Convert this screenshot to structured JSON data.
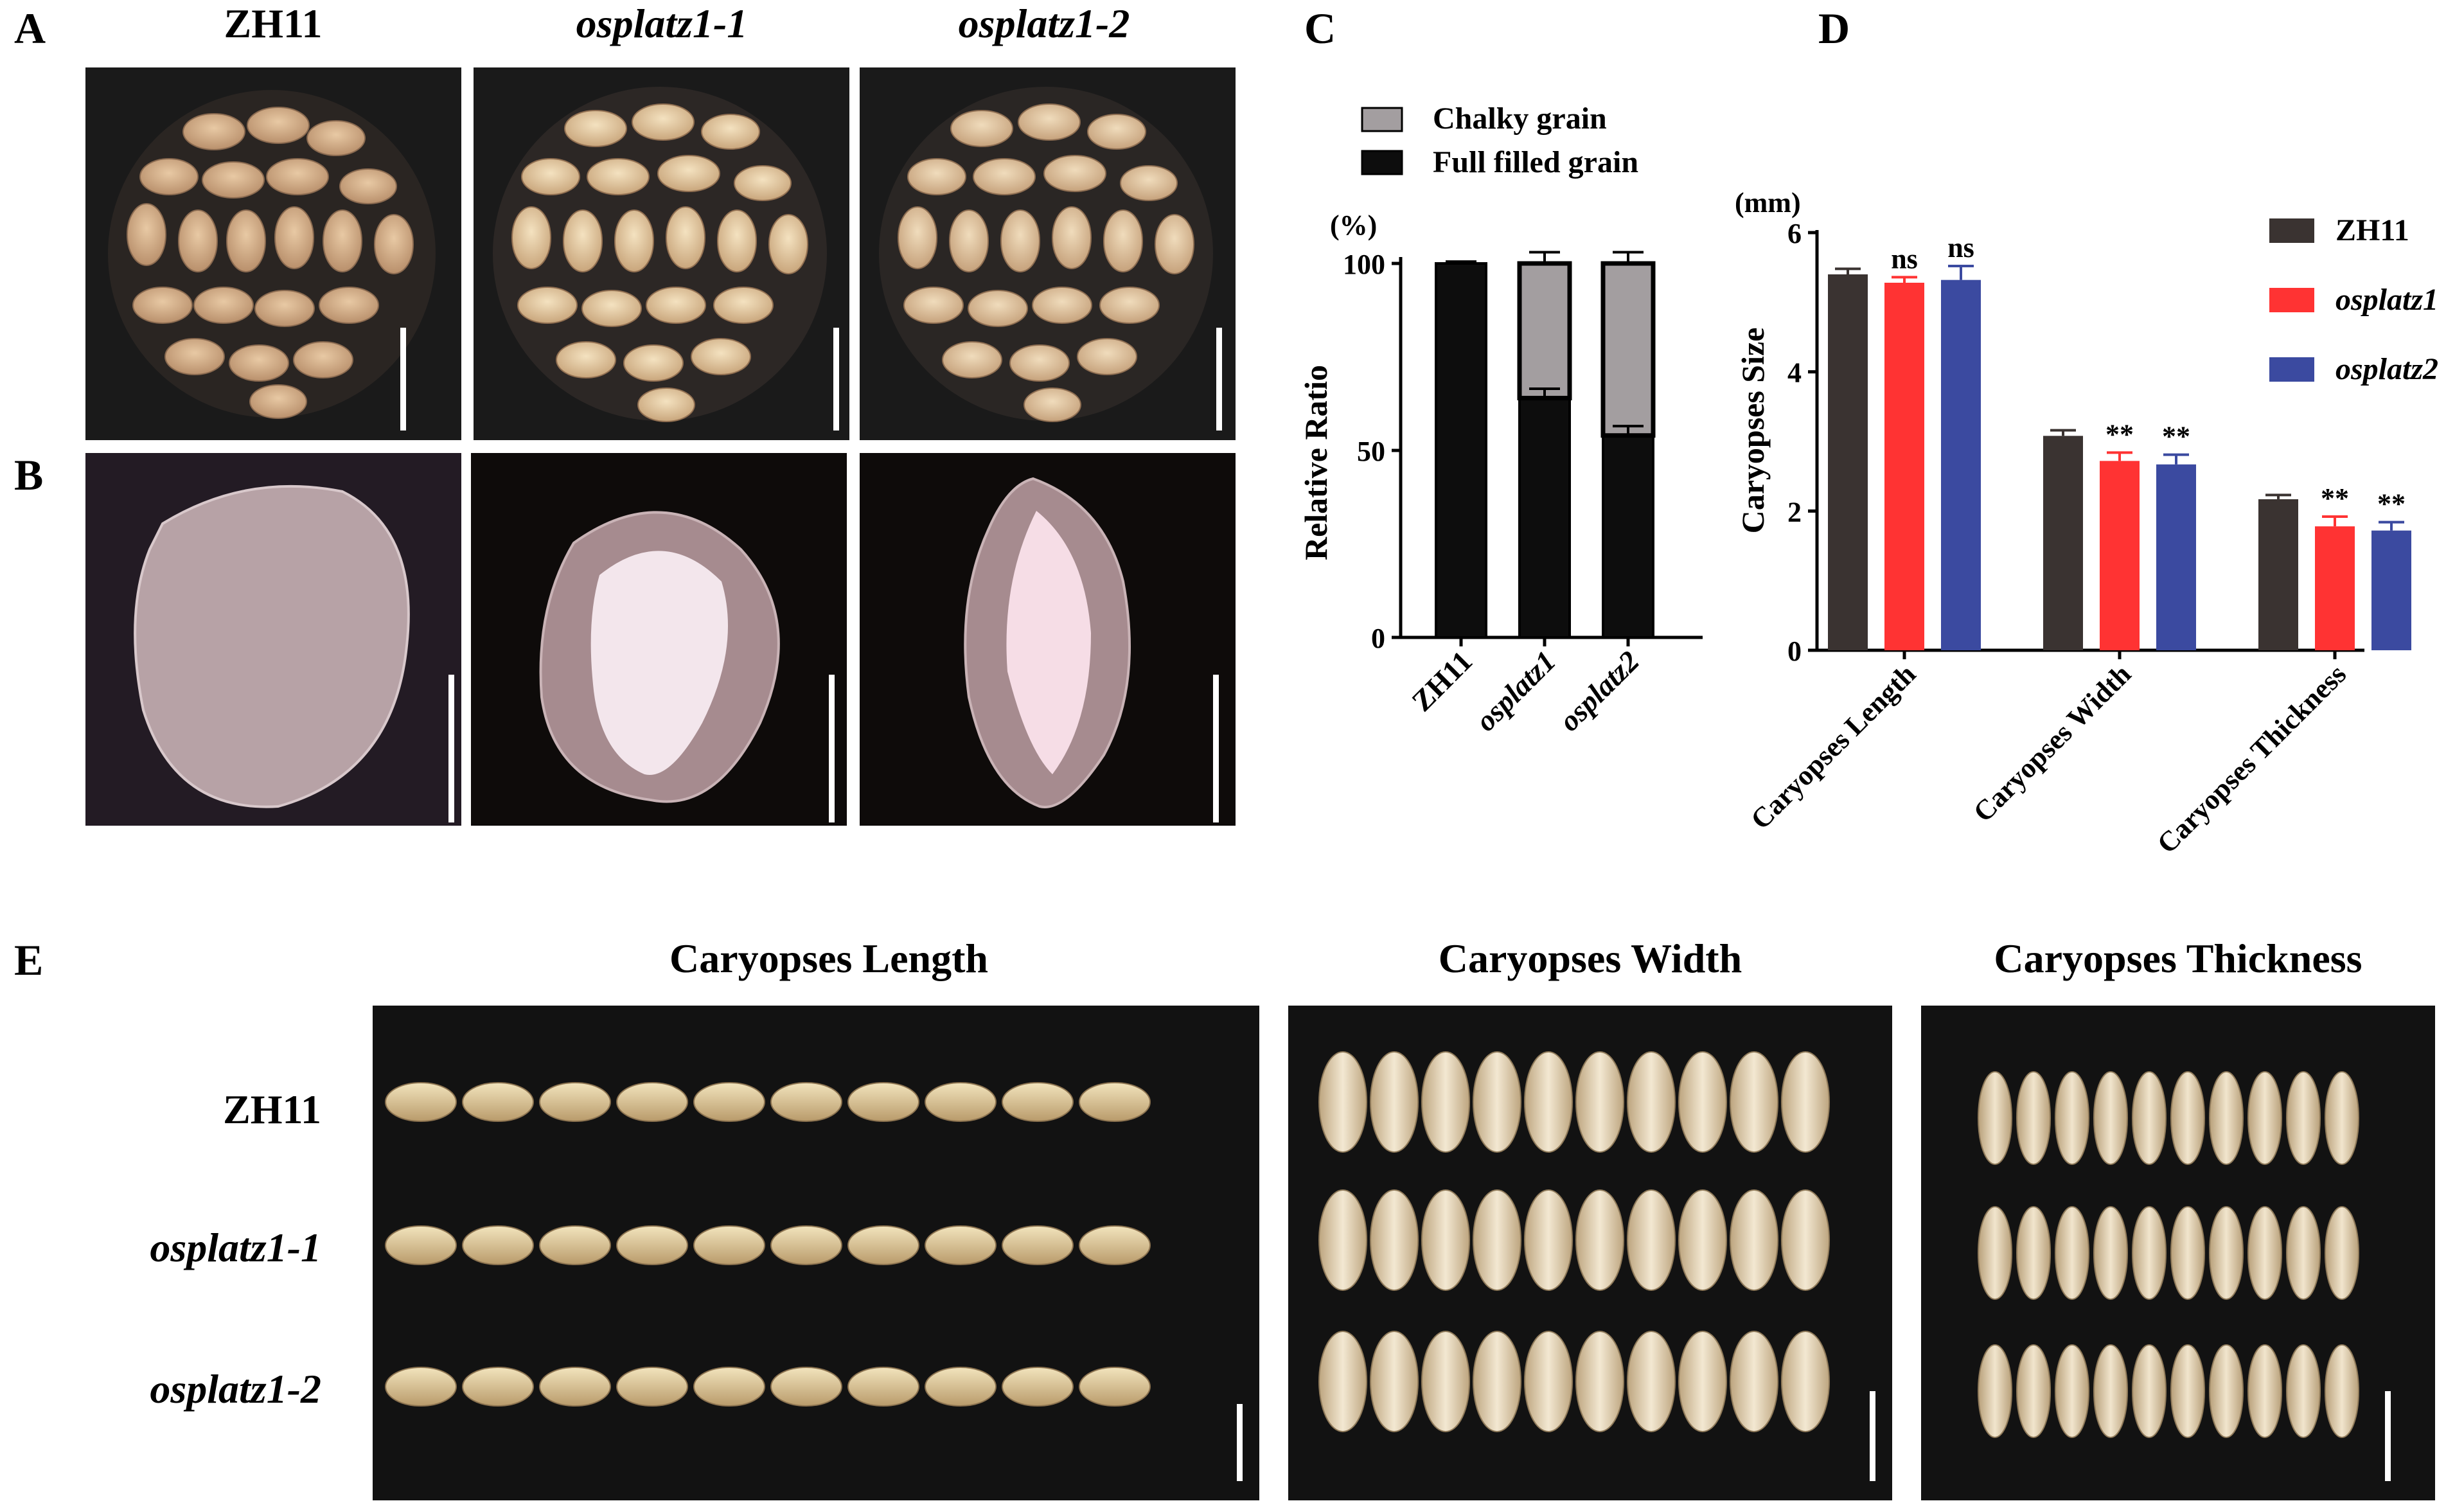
{
  "panels": {
    "a": "A",
    "b": "B",
    "c": "C",
    "d": "D",
    "e": "E"
  },
  "panel_a": {
    "columns": [
      "ZH11",
      "osplatz1-1",
      "osplatz1-2"
    ]
  },
  "panel_e": {
    "titles": [
      "Caryopses Length",
      "Caryopses Width",
      "Caryopses Thickness"
    ],
    "rows": [
      "ZH11",
      "osplatz1-1",
      "osplatz1-2"
    ]
  },
  "colors": {
    "zh11": "#3a3331",
    "osplatz1": "#ff3333",
    "osplatz2": "#3b4aa0",
    "chalky": "#a39ea0",
    "full": "#0d0d0d"
  },
  "chart_data": [
    {
      "type": "bar",
      "stacked": true,
      "panel": "C",
      "unit_label": "(%)",
      "ylabel": "Relative Ratio",
      "ylim": [
        0,
        100
      ],
      "yticks": [
        0,
        50,
        100
      ],
      "categories": [
        "ZH11",
        "osplatz1",
        "osplatz2"
      ],
      "series": [
        {
          "name": "Full filled grain",
          "values": [
            100,
            64,
            54
          ],
          "errors": [
            0.5,
            2.5,
            2.5
          ]
        },
        {
          "name": "Chalky grain",
          "values": [
            0,
            36,
            46
          ],
          "errors": [
            0,
            3,
            3
          ]
        }
      ],
      "legend_position": "top"
    },
    {
      "type": "bar",
      "panel": "D",
      "unit_label": "(mm)",
      "ylabel": "Caryopses Size",
      "ylim": [
        0,
        6
      ],
      "yticks": [
        0,
        2,
        4,
        6
      ],
      "categories": [
        "Caryopses Length",
        "Caryopses Width",
        "Caryopses Thickness"
      ],
      "series": [
        {
          "name": "ZH11",
          "values": [
            5.4,
            3.08,
            2.17
          ],
          "errors": [
            0.08,
            0.08,
            0.06
          ],
          "annotations": [
            "",
            "",
            ""
          ]
        },
        {
          "name": "osplatz1",
          "values": [
            5.28,
            2.72,
            1.78
          ],
          "errors": [
            0.08,
            0.12,
            0.14
          ],
          "annotations": [
            "ns",
            "**",
            "**"
          ]
        },
        {
          "name": "osplatz2",
          "values": [
            5.32,
            2.67,
            1.72
          ],
          "errors": [
            0.2,
            0.14,
            0.12
          ],
          "annotations": [
            "ns",
            "**",
            "**"
          ]
        }
      ],
      "legend_position": "top-right"
    }
  ]
}
